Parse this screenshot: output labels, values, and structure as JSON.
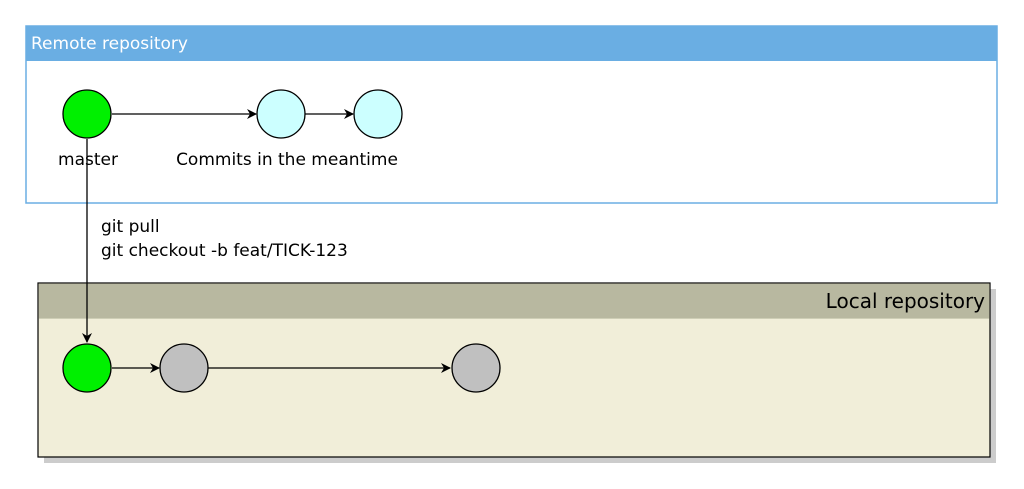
{
  "remote": {
    "title": "Remote repository",
    "header_color": "#6aaee3",
    "border_color": "#6aaee3"
  },
  "local": {
    "title": "Local repository",
    "header_color": "#b8b8a0",
    "body_color": "#f1eed9",
    "border_color": "#000000"
  },
  "labels": {
    "master": "master",
    "meantime": "Commits in the meantime",
    "cmd_pull": "git pull",
    "cmd_checkout": "git checkout -b feat/TICK-123"
  },
  "colors": {
    "master_commit": "#00f000",
    "remote_commit": "#ccffff",
    "local_commit": "#c0c0c0",
    "line": "#000000"
  }
}
